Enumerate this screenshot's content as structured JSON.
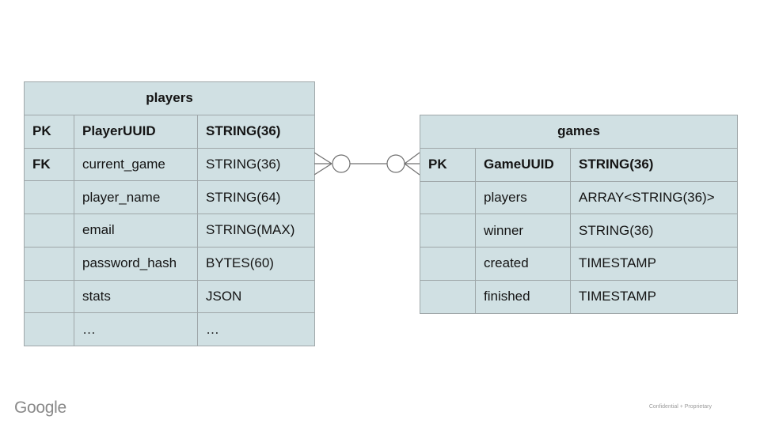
{
  "slide": {
    "background_color": "#ffffff",
    "footer": {
      "logo_text": "Google",
      "confidential_text": "Confidential + Proprietary"
    }
  },
  "diagram": {
    "style": {
      "cell_fill": "#d0e0e3",
      "border_color": "#9fa7a9",
      "connector_color": "#707070"
    },
    "relationship": {
      "notation": "zero-or-many to zero-or-many",
      "left_symbols": [
        "crow-foot-many",
        "circle-zero"
      ],
      "right_symbols": [
        "circle-zero",
        "crow-foot-many"
      ]
    },
    "tables": {
      "players": {
        "title": "players",
        "rows": [
          {
            "key": "PK",
            "name": "PlayerUUID",
            "type": "STRING(36)"
          },
          {
            "key": "FK",
            "name": "current_game",
            "type": "STRING(36)"
          },
          {
            "key": "",
            "name": "player_name",
            "type": "STRING(64)"
          },
          {
            "key": "",
            "name": "email",
            "type": "STRING(MAX)"
          },
          {
            "key": "",
            "name": "password_hash",
            "type": "BYTES(60)"
          },
          {
            "key": "",
            "name": "stats",
            "type": "JSON"
          },
          {
            "key": "",
            "name": "…",
            "type": "…"
          }
        ]
      },
      "games": {
        "title": "games",
        "rows": [
          {
            "key": "PK",
            "name": "GameUUID",
            "type": "STRING(36)"
          },
          {
            "key": "",
            "name": "players",
            "type": "ARRAY<STRING(36)>"
          },
          {
            "key": "",
            "name": "winner",
            "type": "STRING(36)"
          },
          {
            "key": "",
            "name": "created",
            "type": "TIMESTAMP"
          },
          {
            "key": "",
            "name": "finished",
            "type": "TIMESTAMP"
          }
        ]
      }
    }
  }
}
